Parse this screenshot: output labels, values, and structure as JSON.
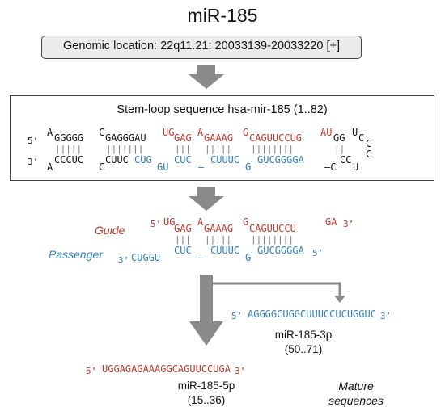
{
  "title": "miR-185",
  "genomic_location": "Genomic location: 22q11.21: 20033139-20033220 [+]",
  "stem_loop": {
    "title": "Stem-loop sequence hsa-mir-185  (1..82)",
    "prime5": "5’",
    "prime3": "3’",
    "top_unpaired": {
      "a": "A",
      "b": "C",
      "c": "UG",
      "d": "A",
      "e": "G",
      "f": "AU",
      "g": "U",
      "h": "C"
    },
    "top_paired": {
      "p1": "GGGGG",
      "p2": "GAGGGAU",
      "p3": "GAG",
      "p4": "GAAAG",
      "p5": "CAGUUCCUG",
      "p6": "GG",
      "p7": "C"
    },
    "bars": {
      "b1": "|||||",
      "b2": "|||||||",
      "b3": "|||",
      "b4": "|||||",
      "b5": "||||||||",
      "b6": "||"
    },
    "bottom_paired": {
      "q1": "CCCUC",
      "q2": "CUUC",
      "q3": "CUG",
      "q4": "CUC",
      "q5": "CUUUC",
      "q6": "GUCGGGGA",
      "q7": "CC",
      "q8": "C"
    },
    "bottom_unpaired": {
      "a": "A",
      "b": "C",
      "c": "GU",
      "d": "–",
      "e": "G",
      "f": "–C",
      "g": "U"
    }
  },
  "duplex": {
    "guide_label": "Guide",
    "passenger_label": "Passenger",
    "prime5": "5’",
    "prime3": "3’",
    "guide_top": {
      "a": "UG",
      "b": "A",
      "c": "G",
      "d": "GA"
    },
    "guide_mid": {
      "a": "GAG",
      "b": "GAAAG",
      "c": "CAGUUCCU"
    },
    "bars": {
      "a": "|||",
      "b": "|||||",
      "c": "||||||||"
    },
    "pass_mid": {
      "a": "CUC",
      "b": "CUUUC",
      "c": "GUCGGGGA"
    },
    "pass_bottom": {
      "lead": "CUGGU",
      "a": "–",
      "b": "G"
    }
  },
  "mature_3p": {
    "seq": "AGGGGCUGGCUUUCCUCUGGUC",
    "name": "miR-185-3p",
    "range": "(50..71)",
    "prime5": "5’",
    "prime3": "3’"
  },
  "mature_5p": {
    "seq": "UGGAGAGAAAGGCAGUUCCUGA",
    "name": "miR-185-5p",
    "range": "(15..36)",
    "prime5": "5’",
    "prime3": "3’"
  },
  "mature_label": {
    "line1": "Mature",
    "line2": "sequences"
  },
  "colors": {
    "guide": "#c0392b",
    "passenger": "#2e7fbf",
    "arrow": "#8a8a8a"
  }
}
